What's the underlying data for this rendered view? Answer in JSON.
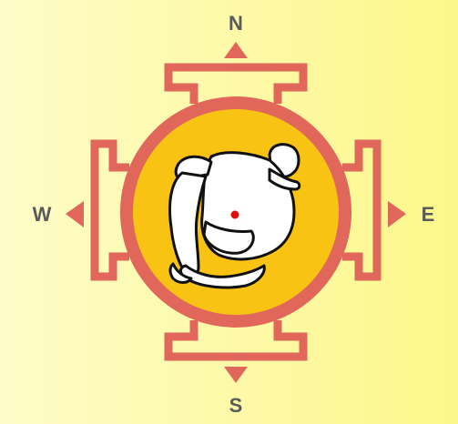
{
  "colors": {
    "frame": "#e0675a",
    "circle_fill": "#f9c313",
    "label": "#5b5b5b",
    "figure_fill": "#ffffff",
    "figure_stroke": "#111111",
    "center_dot": "#dd1111"
  },
  "directions": {
    "north": "N",
    "east": "E",
    "south": "S",
    "west": "W"
  },
  "figure": {
    "icon": "vastu-purusha-figure-icon"
  }
}
